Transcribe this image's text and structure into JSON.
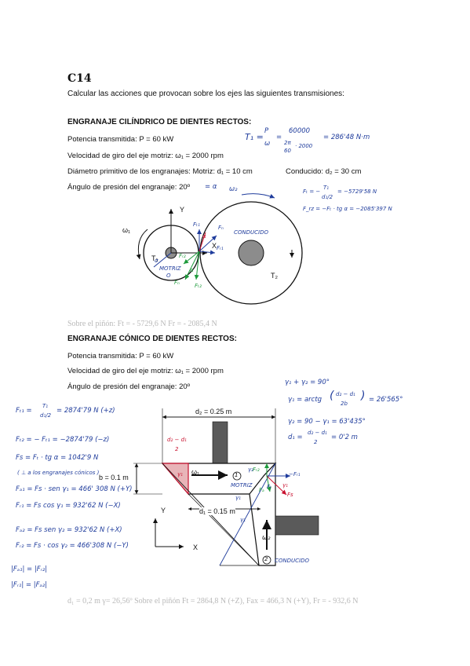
{
  "title": "C14",
  "intro": "Calcular las acciones que provocan sobre los ejes las siguientes transmisiones:",
  "spur": {
    "heading": "ENGRANAJE CILÍNDRICO DE DIENTES RECTOS:",
    "power": "Potencia transmitida:   P = 60 kW",
    "speed": "Velocidad de giro del eje motriz:   ω₁ = 2000 rpm",
    "diam_driver": "Diámetro primitivo de los engranajes:   Motriz: d₁ = 10 cm",
    "diam_driven": "Conducido: d₂ = 30 cm",
    "angle": "Ángulo de presión del engranaje:   20º",
    "result": "Sobre el piñón:  Ft = - 5729,6 N   Fr = - 2085,4 N"
  },
  "spur_notes": {
    "alpha": "= α",
    "torque_lhs": "T₁ =",
    "torque_p": "P",
    "torque_w": "ω",
    "torque_eq": "=",
    "torque_num": "60000",
    "torque_den_a": "2π",
    "torque_den_b": "60",
    "torque_den_c": "· 2000",
    "torque_res": "= 286'48 N·m",
    "ft_lhs": "Fₜ = −",
    "ft_num": "T₁",
    "ft_den": "d₁/2",
    "ft_res": "= −5729'58 N",
    "fr_eq": "F_rz = −Fₜ · tg α = −2085'397 N"
  },
  "spur_labels": {
    "Y": "Y",
    "X": "X",
    "w1": "ω₁",
    "w2": "ω₂",
    "T1": "T₁",
    "T2": "T₂",
    "motriz": "MOTRIZ",
    "conducido": "CONDUCIDO",
    "Fr1": "Fᵣ₁",
    "Fn": "Fₙ",
    "Ft1": "Fₜ₁",
    "Fr2": "Fᵣ₂",
    "Fn2": "Fₙ",
    "Ft2": "Fₜ₂",
    "alpha": "α",
    "alpha2": "α",
    "sigma": "σ",
    "origin": "O"
  },
  "bevel": {
    "heading": "ENGRANAJE CÓNICO DE DIENTES RECTOS:",
    "power": "Potencia transmitida:   P = 60 kW",
    "speed": "Velocidad de giro del eje motriz:   ω₁ = 2000 rpm",
    "angle": "Ángulo de presión del engranaje:   20º",
    "result": "d₁ = 0,2 m   γ= 26,56º   Sobre el piñón Ft = 2864,8 N  (+Z),   Fax = 466,3 N (+Y),   Fr = - 932,6 N"
  },
  "bevel_notes_right": {
    "g_sum": "γ₁ + γ₂ = 90°",
    "g1_lhs": "γ₁ = arctg",
    "g1_num": "d₂ − d₁",
    "g1_den": "2b",
    "g1_res": "= 26'565°",
    "g2": "γ₂ = 90 − γ₁ = 63'435°",
    "d1_lhs": "d₁ =",
    "d1_num": "d₂ − d₁",
    "d1_den": "2",
    "d1_res": "= 0'2 m"
  },
  "bevel_notes_left": {
    "ft1_lhs": "Fₜ₁ =",
    "ft1_num": "T₁",
    "ft1_den": "d₁/2",
    "ft1_res": "= 2874'79 N   (+z)",
    "ft2": "Fₜ₂ = − Fₜ₁ = −2874'79   (−z)",
    "fs": "Fs = Fₜ · tg α = 1042'9 N",
    "fs_note": "( ⊥ a los engranajes cónicos )",
    "fa1": "Fₐ₁ = Fs · sen γ₁ = 466' 308 N (+Y)",
    "fr1": "Fᵣ₁ = Fs cos γ₁ = 932'62 N (−X)",
    "fa2": "Fₐ₂ = Fs sen γ₂ = 932'62 N (+X)",
    "fr2": "Fᵣ₂ = Fs · cos γ₂ = 466'308 N  (−Y)",
    "eq1": "|Fₐ₁| = |Fᵣ₂|",
    "eq2": "|Fᵣ₁| = |Fₐ₂|"
  },
  "bevel_labels": {
    "d2": "d₂ = 0.25 m",
    "b": "b = 0.1 m",
    "d1": "d₁ = 0.15 m",
    "w1": "ω₁",
    "w2": "ω₂",
    "g1": "γ₁",
    "g1b": "γ₁",
    "g2": "γ₂",
    "g1red": "γ₁",
    "red_frac_num": "d₂ − d₁",
    "red_frac_den": "2",
    "Y": "Y",
    "X": "X",
    "one": "1",
    "two": "2",
    "motriz": "MOTRIZ",
    "conducido": "CONDUCIDO",
    "Fr2": "Fᵣ₂",
    "Fr1": "−Fᵣ₁",
    "Fa": "Fₐ",
    "Fs": "Fs",
    "g1s": "γ₁",
    "Ft": "Fₜ"
  }
}
